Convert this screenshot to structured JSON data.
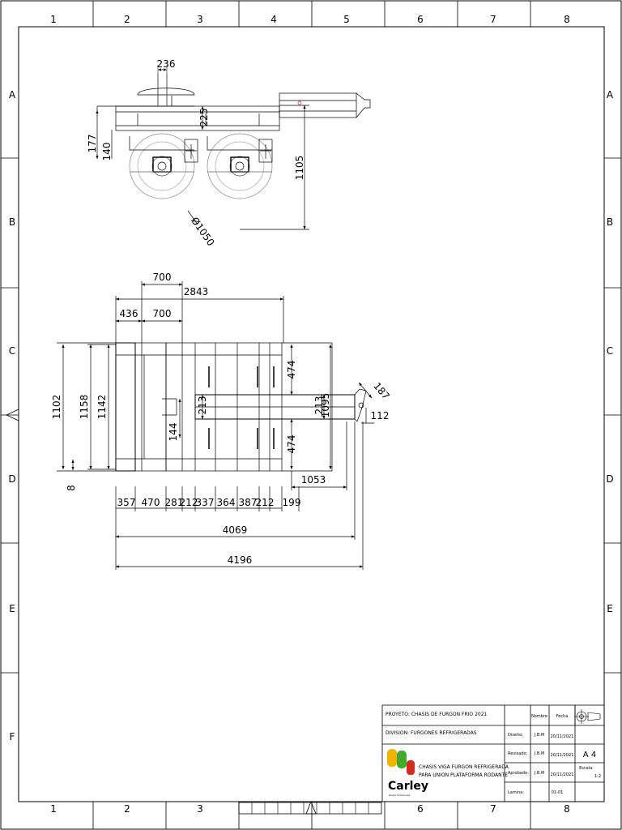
{
  "sheet": {
    "columns": [
      "1",
      "2",
      "3",
      "4",
      "5",
      "6",
      "7",
      "8"
    ],
    "rows": [
      "A",
      "B",
      "C",
      "D",
      "E",
      "F"
    ]
  },
  "side_view": {
    "dims": {
      "d236": "236",
      "d177": "177",
      "d140": "140",
      "d225": "225",
      "d1105": "1105",
      "wheel": "Ø1050"
    }
  },
  "plan_view": {
    "dims": {
      "d700a": "700",
      "d2843": "2843",
      "d436": "436",
      "d700b": "700",
      "d1102": "1102",
      "d1158": "1158",
      "d1142": "1142",
      "d144": "144",
      "d213a": "213",
      "d474a": "474",
      "d474b": "474",
      "d213b": "213",
      "d1095": "1095",
      "d187": "187",
      "d112": "112",
      "d8": "8",
      "d1053": "1053",
      "d4069": "4069",
      "d4196": "4196"
    },
    "chain": [
      "357",
      "470",
      "281",
      "212",
      "337",
      "364",
      "387",
      "212",
      "199"
    ]
  },
  "title_block": {
    "proyecto": "PROYETO: CHASIS DE FURGON FRIO 2021",
    "division": "DIVISION: FURGONES REFRIGERADAS",
    "desc1": "CHASIS VIGA FURGON REFRIGERADA",
    "desc2": "PARA UNION PLATAFORMA RODANTE",
    "logo": "Carley",
    "logo_sub": "Grupo Soluciones",
    "h_nombre": "Nombre",
    "h_fecha": "Fecha",
    "rows": [
      {
        "label": "Diseño:",
        "name": "J.B.M",
        "date": "20/11/2021"
      },
      {
        "label": "Revisado:",
        "name": "J.B.M",
        "date": "20/11/2021"
      },
      {
        "label": "Aprobado:",
        "name": "J.B.M",
        "date": "20/11/2021"
      }
    ],
    "size": "A 4",
    "escala_label": "Escala:",
    "escala": "1:2",
    "lamina_label": "Lamina:",
    "lamina": "01-01",
    "logo_colors": [
      "#f0b400",
      "#43a82d",
      "#d52b1e"
    ]
  }
}
